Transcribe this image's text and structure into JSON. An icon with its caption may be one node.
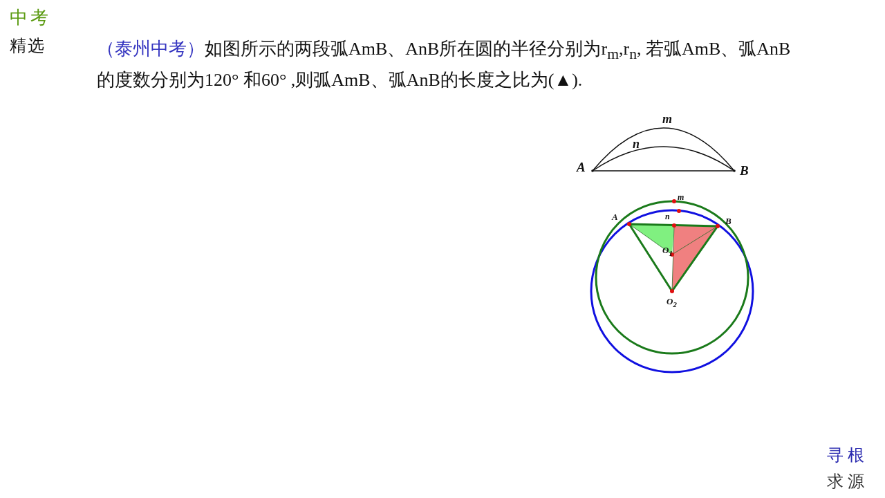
{
  "diagram": {
    "labels": [
      "中考",
      "精选",
      "（泰州中考）",
      "如图所示的两段弧AmB、AnB所在圆的半径分别为r$_{m}$,r$_{n}$, 若弧AmB、弧AnB的度数分别为120° 和60° ,则弧AmB、弧AnB的长度之比为(▲).",
      "m",
      "n",
      "A",
      "B",
      "m",
      "n",
      "A",
      "B",
      "O$_{1}$",
      "O$_{2}$",
      "寻根",
      "求源"
    ]
  }
}
